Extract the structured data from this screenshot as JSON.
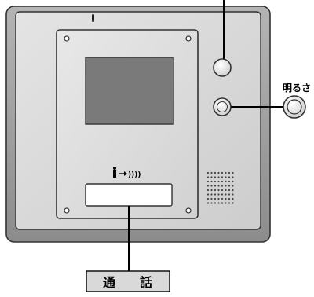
{
  "labels": {
    "brightness": "明るさ",
    "talk_left": "通",
    "talk_right": "話",
    "mic_symbol": "))))"
  },
  "colors": {
    "outer_frame": "#9a9a9a",
    "inner_panel": "#dcdcdc",
    "screen": "#7a7a7a",
    "label_box": "#d9d9d9"
  }
}
